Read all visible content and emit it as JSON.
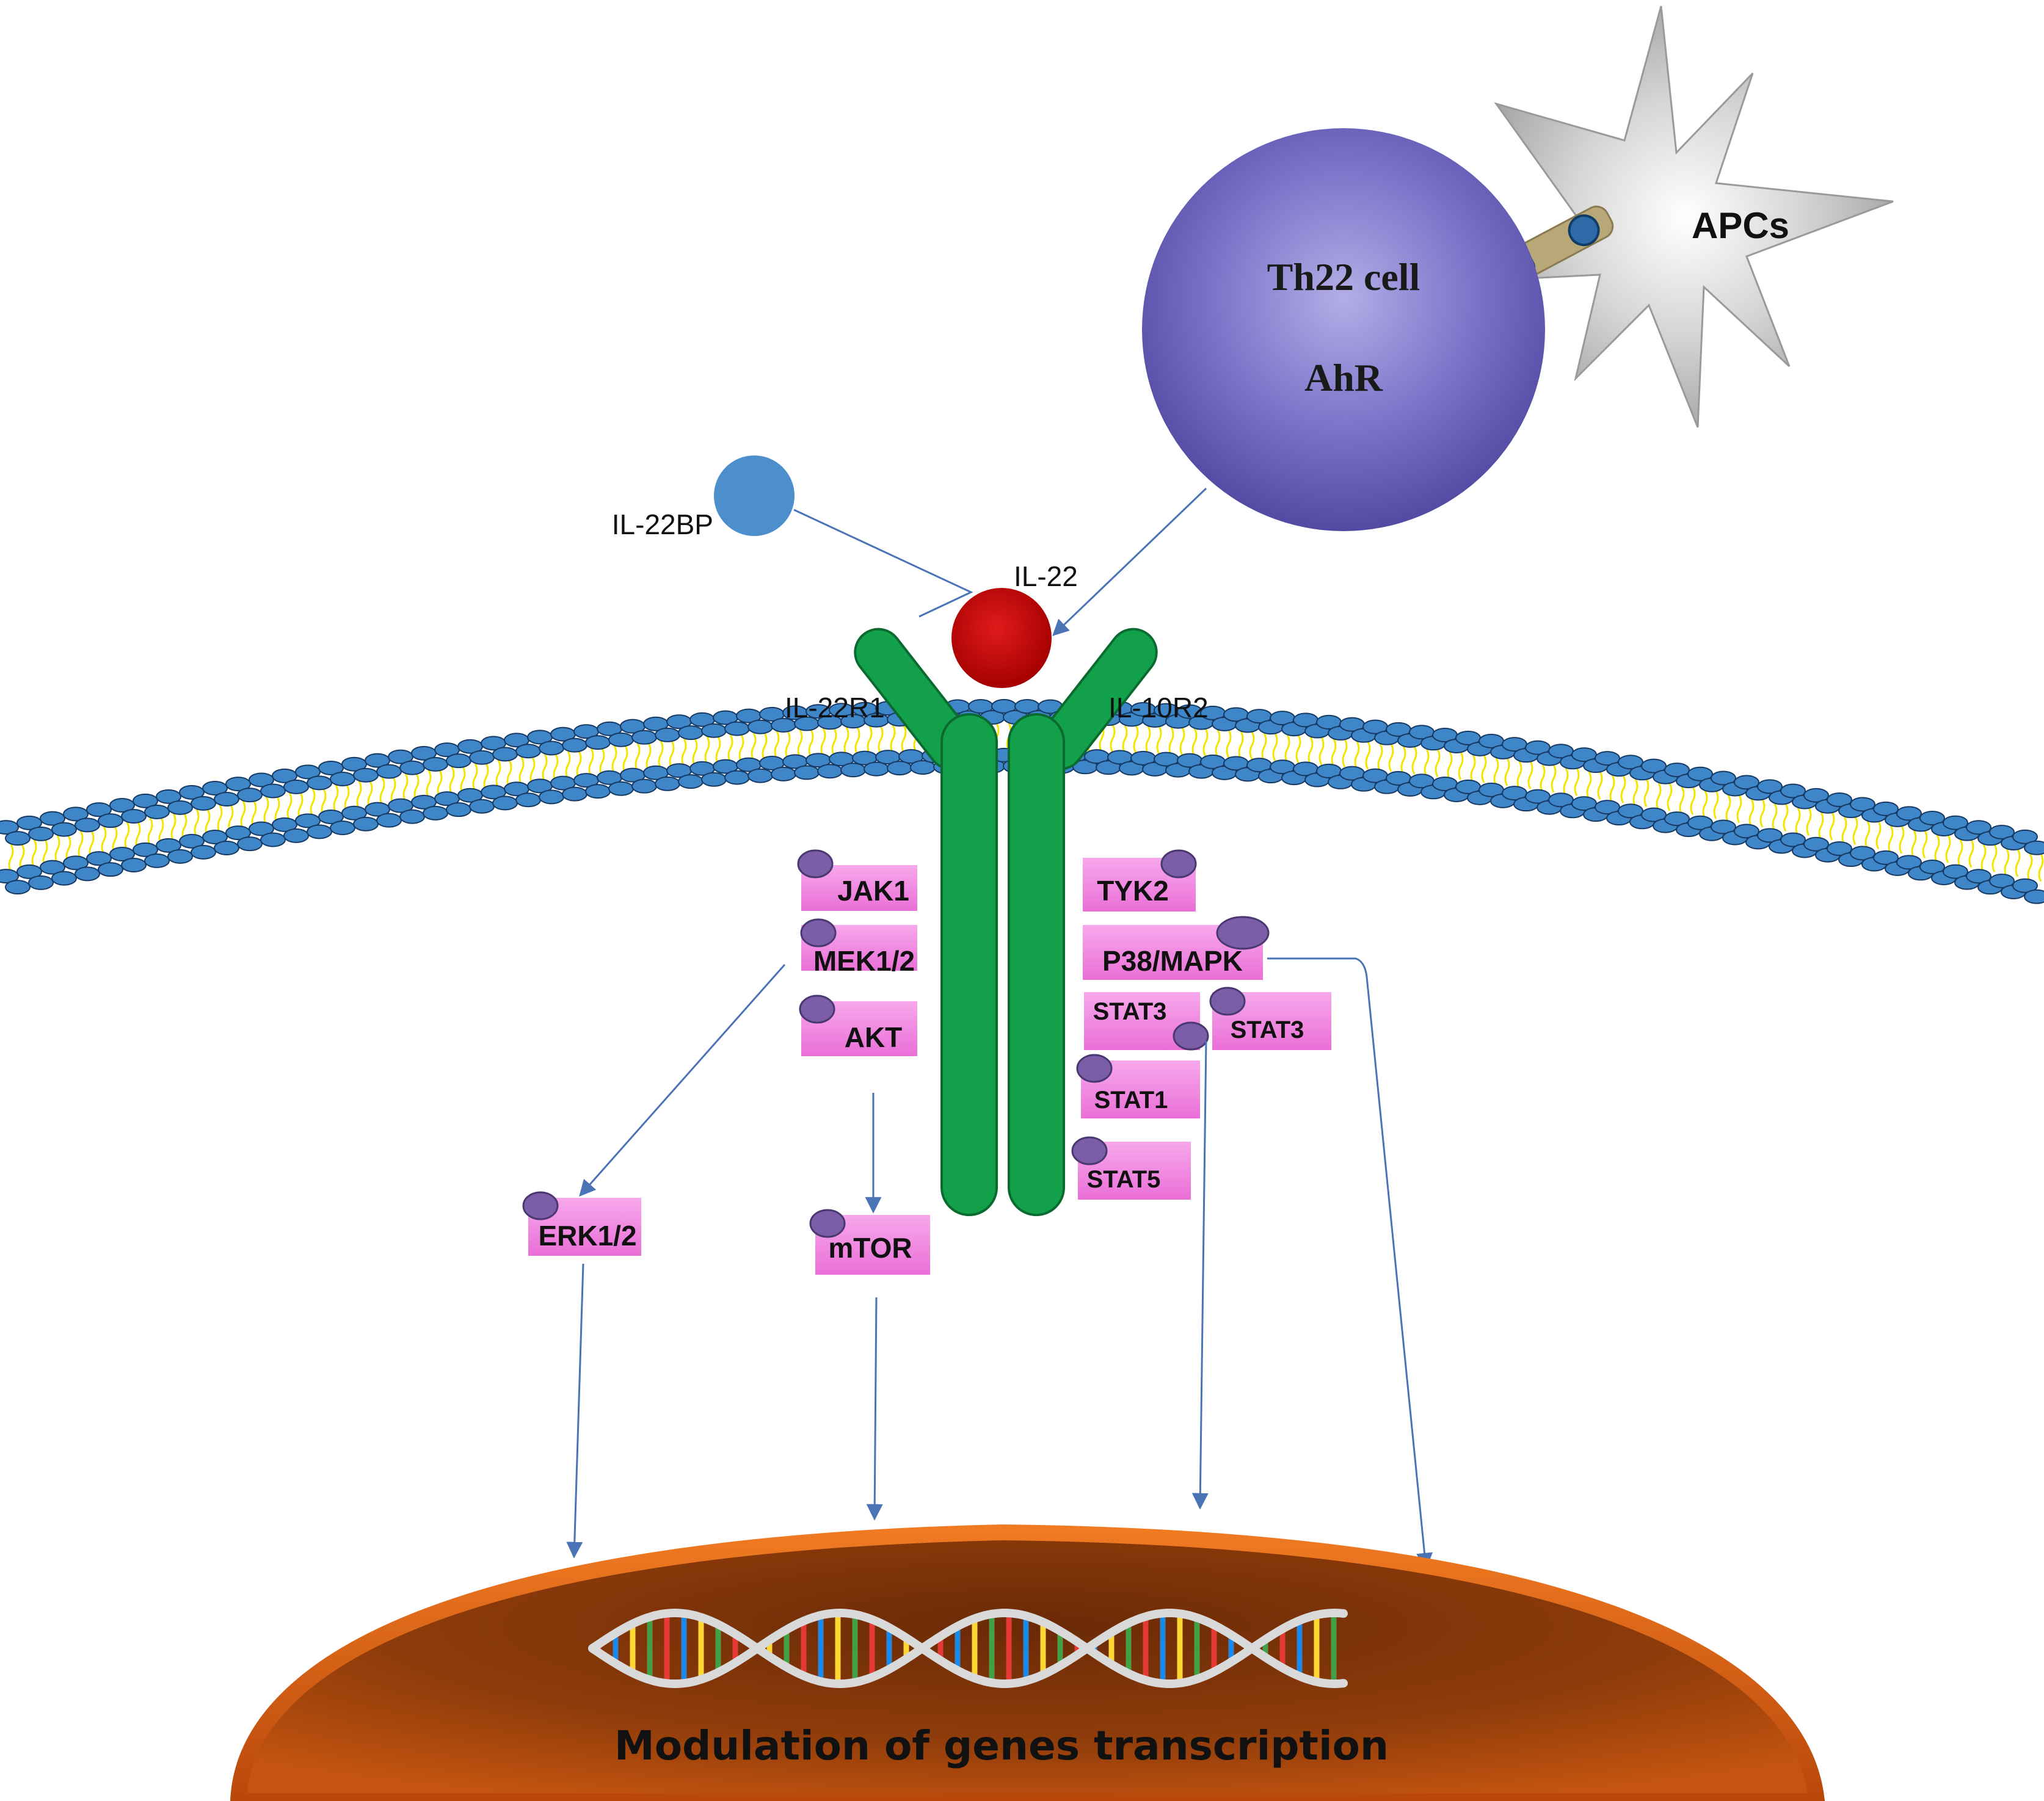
{
  "colors": {
    "th22_cell": "#6f66c2",
    "apc": "#bdbdbd",
    "il22": "#c00000",
    "il22bp": "#4d8fcc",
    "receptor": "#12a14a",
    "kinase_box": "#f08ce0",
    "phospho_dot": "#7b5ea7",
    "membrane_head": "#3f86c8",
    "membrane_tail": "#f2e600",
    "nucleus": "#c4540f",
    "arrow": "#4a74b5"
  },
  "cells": {
    "th22": {
      "label": "Th22 cell",
      "sublabel": "AhR"
    },
    "apc": {
      "label": "APCs"
    }
  },
  "ligands": {
    "il22": {
      "label": "IL-22"
    },
    "il22bp": {
      "label": "IL-22BP"
    }
  },
  "receptors": {
    "left": {
      "label": "IL-22R1"
    },
    "right": {
      "label": "IL-10R2"
    }
  },
  "kinases": {
    "jak1": "JAK1",
    "mek12": "MEK1/2",
    "akt": "AKT",
    "tyk2": "TYK2",
    "p38mapk": "P38/MAPK",
    "stat3_a": "STAT3",
    "stat3_b": "STAT3",
    "stat1": "STAT1",
    "stat5": "STAT5",
    "erk12": "ERK1/2",
    "mtor": "mTOR"
  },
  "nucleus": {
    "label": "Modulation of genes transcription"
  }
}
